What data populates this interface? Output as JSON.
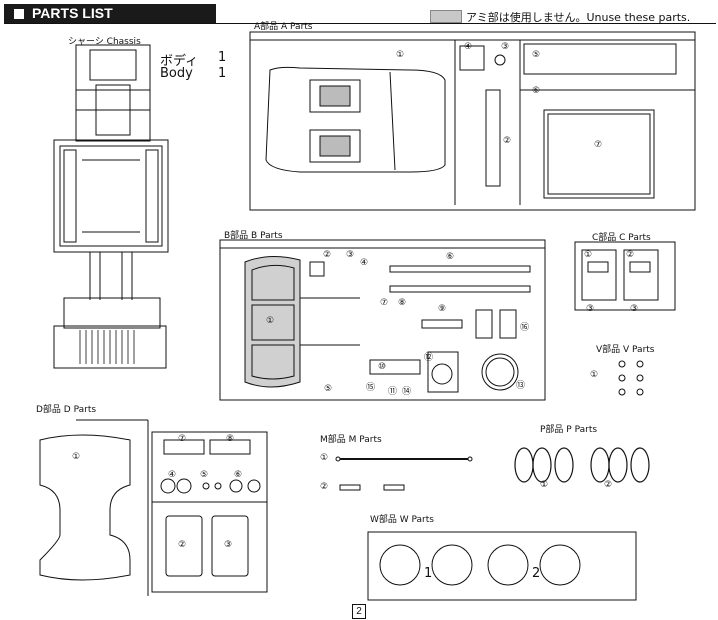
{
  "header": {
    "title": "PARTS LIST"
  },
  "unuse_note": "アミ部は使用しません。Unuse these parts.",
  "chassis": {
    "label": "シャーシ  Chassis"
  },
  "body_part": {
    "name_jp": "ボディ",
    "name_en": "Body",
    "qty_jp": "1",
    "qty_en": "1"
  },
  "a_parts": {
    "label": "A部品  A Parts",
    "nums": [
      "①",
      "②",
      "③",
      "④",
      "⑤",
      "⑥",
      "⑦"
    ]
  },
  "b_parts": {
    "label": "B部品  B Parts",
    "nums": [
      "①",
      "②",
      "③",
      "④",
      "⑤",
      "⑥",
      "⑦",
      "⑧",
      "⑨",
      "⑩",
      "⑪",
      "⑫",
      "⑬",
      "⑭",
      "⑮",
      "⑯"
    ]
  },
  "c_parts": {
    "label": "C部品  C Parts",
    "nums": [
      "①",
      "②",
      "③",
      "③"
    ]
  },
  "v_parts": {
    "label": "V部品  V Parts",
    "nums": [
      "①"
    ]
  },
  "d_parts": {
    "label": "D部品  D Parts",
    "nums": [
      "①",
      "②",
      "③",
      "④",
      "⑤",
      "⑥",
      "⑦",
      "⑧"
    ]
  },
  "m_parts": {
    "label": "M部品  M Parts",
    "nums": [
      "①",
      "②"
    ]
  },
  "p_parts": {
    "label": "P部品  P Parts",
    "nums": [
      "①",
      "②"
    ]
  },
  "w_parts": {
    "label": "W部品  W Parts",
    "nums": [
      "1",
      "2"
    ]
  },
  "page": "2",
  "colors": {
    "unused_fill": "#c8c8c8",
    "ink": "#111111",
    "header_bg": "#1a1a1a"
  }
}
